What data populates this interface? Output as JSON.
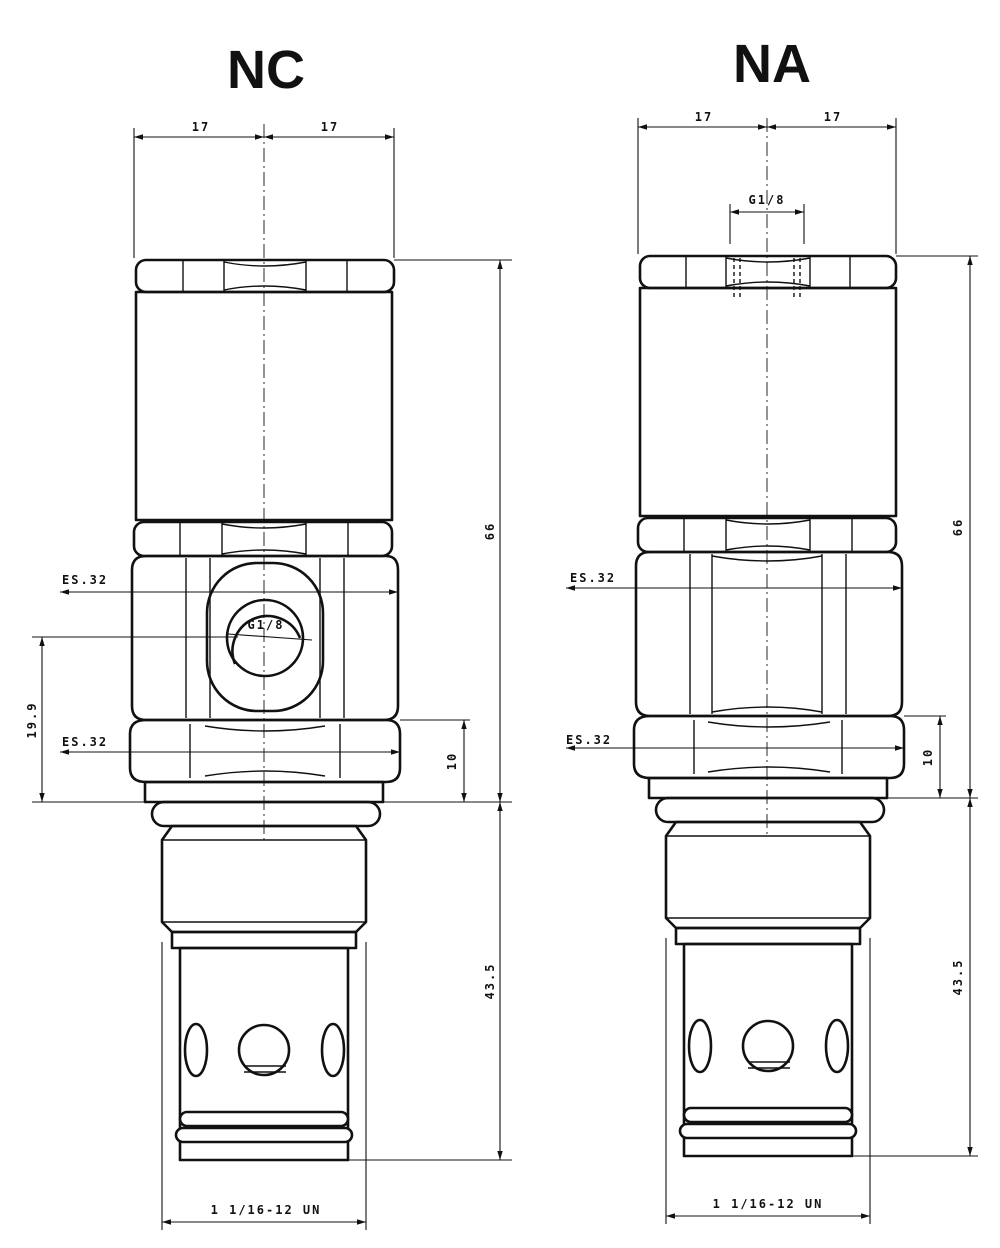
{
  "views": {
    "nc": {
      "title": "NC",
      "width_left": "17",
      "width_right": "17",
      "port_label": "G1/8",
      "hex_upper": "ES.32",
      "hex_lower": "ES.32",
      "height_total": "66",
      "height_port": "19.9",
      "height_hex": "10",
      "height_cartridge": "43.5",
      "thread": "1 1/16-12 UN"
    },
    "na": {
      "title": "NA",
      "width_left": "17",
      "width_right": "17",
      "port_label": "G1/8",
      "hex_upper": "ES.32",
      "hex_lower": "ES.32",
      "height_total": "66",
      "height_hex": "10",
      "height_cartridge": "43.5",
      "thread": "1 1/16-12 UN"
    }
  }
}
